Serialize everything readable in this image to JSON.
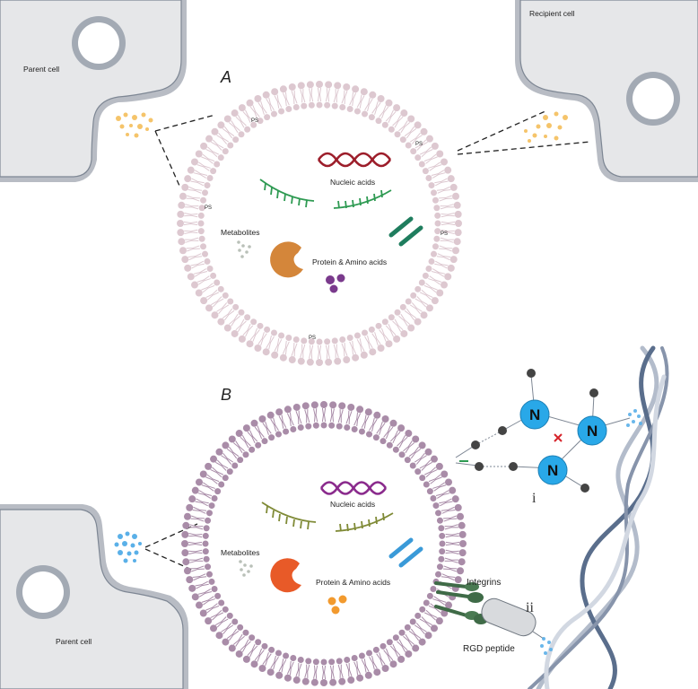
{
  "panel_a": {
    "letter": "A",
    "parent_cell_label": "Parent cell",
    "recipient_cell_label": "Recipient cell",
    "nucleic_acids_label": "Nucleic acids",
    "metabolites_label": "Metabolites",
    "protein_label": "Protein & Amino acids",
    "membrane_marker": "PS",
    "colors": {
      "lipid": "#ddc8d0",
      "dna": "#9c1d2a",
      "rna": "#2e9a52",
      "protein": "#d4863a",
      "amino": "#7a3a8c",
      "vesicle": "#f5c46a",
      "tube": "#1f7d5e"
    }
  },
  "panel_b": {
    "letter": "B",
    "parent_cell_label": "Parent cell",
    "nucleic_acids_label": "Nucleic acids",
    "metabolites_label": "Metabolites",
    "protein_label": "Protein & Amino acids",
    "integrins_label": "Integrins",
    "rgd_label": "RGD peptide",
    "node_label": "N",
    "marker_i": "i",
    "marker_ii": "ii",
    "colors": {
      "lipid": "#a98ca8",
      "dna": "#8a2a8c",
      "rna": "#7f8a36",
      "protein": "#e85a28",
      "amino": "#f29a2e",
      "vesicle": "#5ab0e8",
      "tube": "#3a9ad8",
      "node": "#29a8e8",
      "fiber": "#5a6e8c"
    }
  }
}
